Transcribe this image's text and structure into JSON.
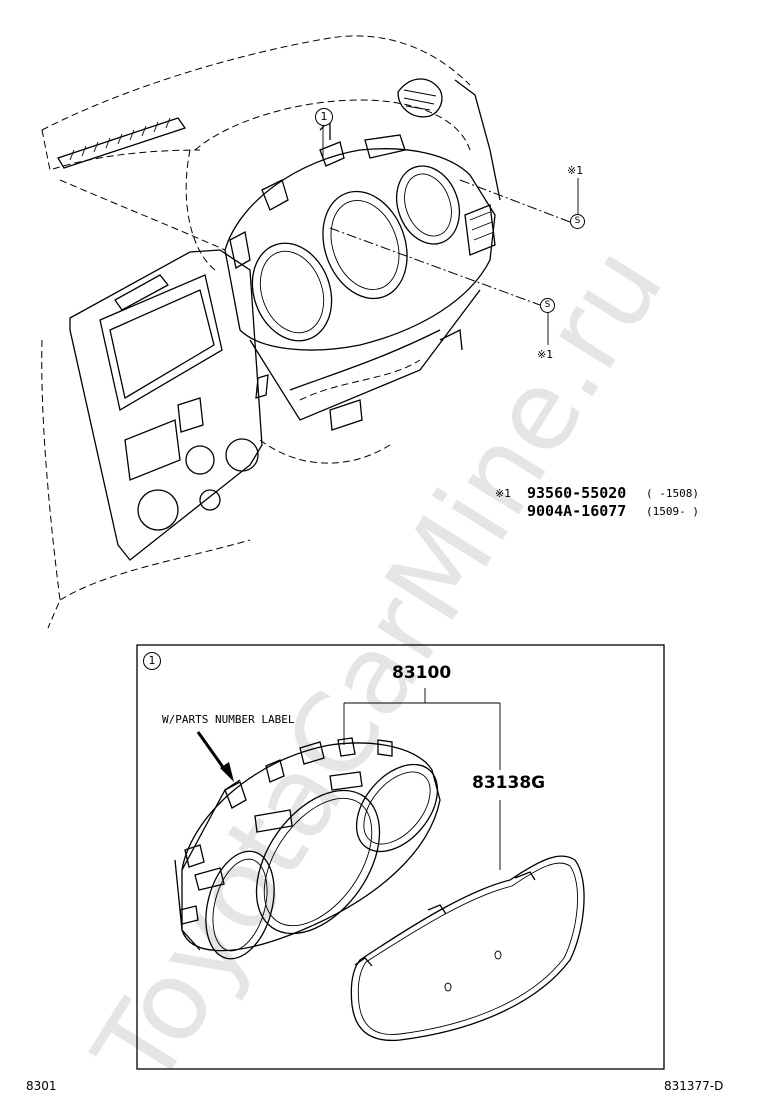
{
  "callouts": {
    "circle_1_upper": "1",
    "circle_1_detail": "1",
    "note_mark_right": "※1",
    "note_mark_left": "※1",
    "screw_symbol_1": "S",
    "screw_symbol_2": "S"
  },
  "legend": {
    "mark": "※1",
    "line1_part": "93560-55020",
    "line1_range": "(    -1508)",
    "line2_part": "9004A-16077",
    "line2_range": "(1509-      )"
  },
  "detail": {
    "assembly_part": "83100",
    "label_note": "W/PARTS NUMBER LABEL",
    "lens_part": "83138G"
  },
  "footer": {
    "left_code": "8301",
    "right_code": "831377-D"
  },
  "watermark": "ToyotaCarMine.ru"
}
